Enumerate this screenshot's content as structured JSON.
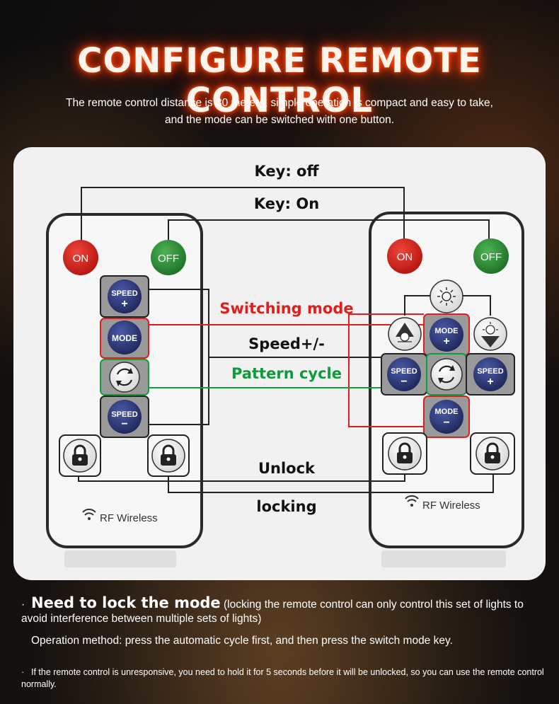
{
  "header": {
    "title": "CONFIGURE REMOTE CONTROL",
    "subtitle_line1": "The remote control distance is 30 meters, simple operation is compact and easy to take,",
    "subtitle_line2": "and the mode can be switched with one button."
  },
  "diagram": {
    "key_off": "Key: off",
    "key_on": "Key: On",
    "switching_mode": "Switching mode",
    "speed": "Speed+/-",
    "pattern_cycle": "Pattern cycle",
    "unlock": "Unlock",
    "locking": "locking"
  },
  "remote_left": {
    "on": "ON",
    "off": "OFF",
    "speed_plus_top": "SPEED",
    "speed_plus_sign": "+",
    "mode": "MODE",
    "speed_minus_top": "SPEED",
    "speed_minus_sign": "−",
    "brand": "RF Wireless"
  },
  "remote_right": {
    "on": "ON",
    "off": "OFF",
    "mode_plus_top": "MODE",
    "mode_plus_sign": "+",
    "mode_minus_top": "MODE",
    "mode_minus_sign": "−",
    "speed_minus_top": "SPEED",
    "speed_minus_sign": "−",
    "speed_plus_top": "SPEED",
    "speed_plus_sign": "+",
    "brand": "RF Wireless"
  },
  "footer": {
    "bullet": "·",
    "heading": "Need to lock the mode",
    "heading_rest": "(locking the remote control can only control this set of lights to avoid interference between multiple sets of lights)",
    "operation": "Operation method: press the automatic cycle first, and then press the switch mode key.",
    "note_bullet": "·",
    "note": "If the remote control is unresponsive, you need to hold it for 5 seconds before it will be unlocked, so you can use the remote control normally."
  },
  "colors": {
    "red_button": "#d7261e",
    "green_button": "#2f8f3a",
    "navy_button": "#2d3a78",
    "highlight_red": "#e01e1e",
    "highlight_green": "#10a040"
  }
}
